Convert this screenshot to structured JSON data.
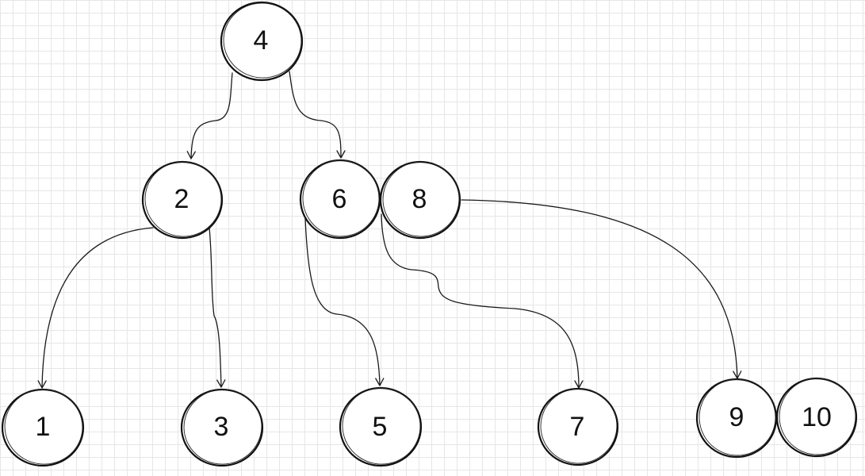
{
  "nodes": [
    {
      "id": "n4",
      "label": "4"
    },
    {
      "id": "n2",
      "label": "2"
    },
    {
      "id": "n6",
      "label": "6"
    },
    {
      "id": "n8",
      "label": "8"
    },
    {
      "id": "n1",
      "label": "1"
    },
    {
      "id": "n3",
      "label": "3"
    },
    {
      "id": "n5",
      "label": "5"
    },
    {
      "id": "n7",
      "label": "7"
    },
    {
      "id": "n9",
      "label": "9"
    },
    {
      "id": "n10",
      "label": "10"
    }
  ],
  "edges": [
    {
      "from": "4",
      "to": "2"
    },
    {
      "from": "4",
      "to": "6"
    },
    {
      "from": "2",
      "to": "1"
    },
    {
      "from": "2",
      "to": "3"
    },
    {
      "from": "6",
      "to": "5"
    },
    {
      "from": "8",
      "to": "7"
    },
    {
      "from": "8",
      "to": "9"
    }
  ],
  "colors": {
    "stroke": "#111111",
    "grid": "#e6e6e6",
    "background": "#ffffff"
  }
}
